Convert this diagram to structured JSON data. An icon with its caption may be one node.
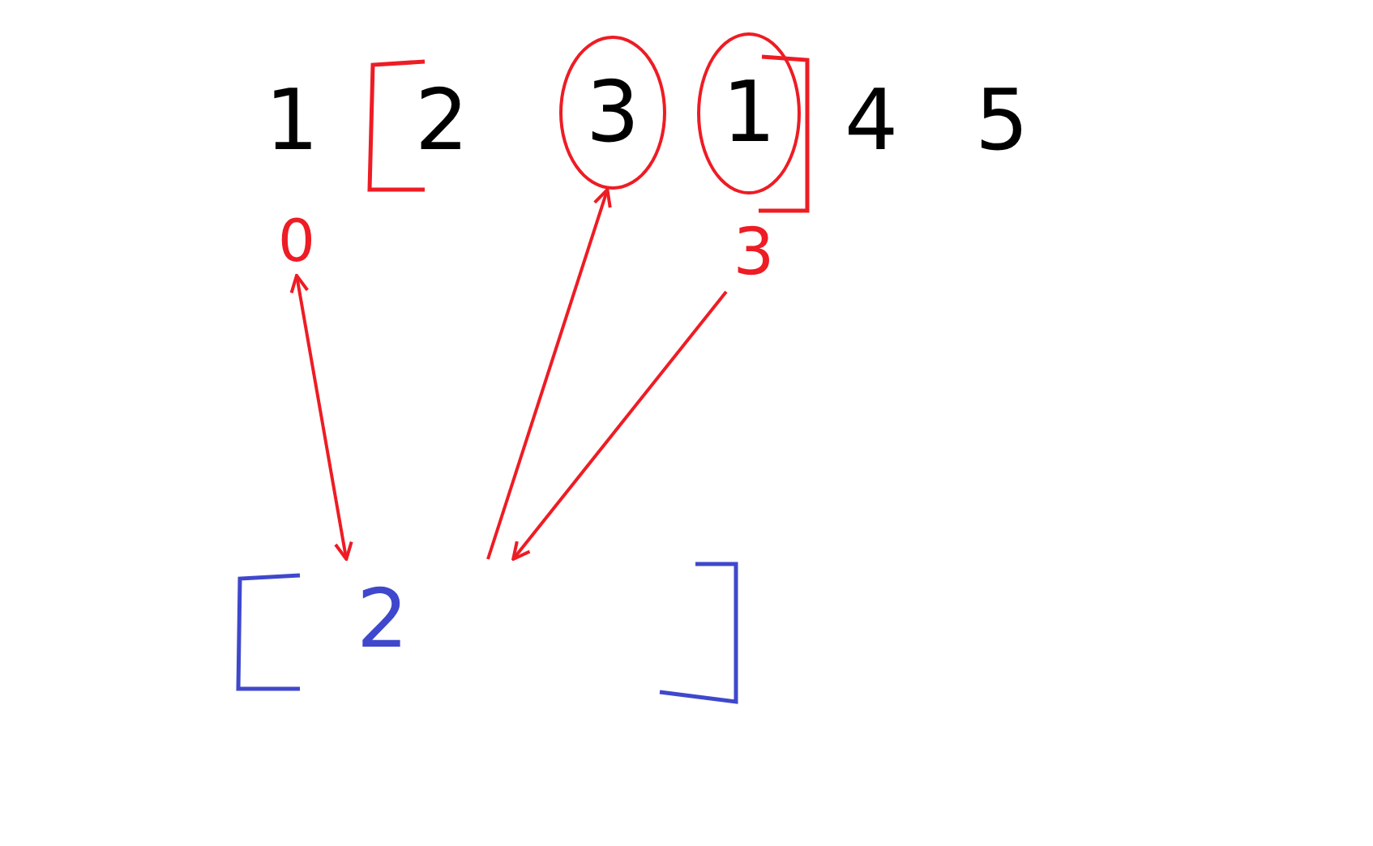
{
  "diagram": {
    "nodes": [
      {
        "text": [
          "1"
        ]
      },
      {
        "text": [
          "2"
        ]
      },
      {
        "text": [
          "3"
        ]
      },
      {
        "text": [
          "1"
        ]
      },
      {
        "text": [
          "4"
        ]
      },
      {
        "text": [
          "5"
        ]
      },
      {
        "text": [
          "0"
        ]
      },
      {
        "text": [
          "3"
        ]
      },
      {
        "text": [
          "2"
        ]
      }
    ],
    "edges": [
      {
        "from": 6,
        "to": 8,
        "arrow": "both"
      },
      {
        "from": 8,
        "to": 2,
        "arrow": "to"
      },
      {
        "from": 7,
        "to": 8,
        "arrow": "to"
      }
    ]
  }
}
